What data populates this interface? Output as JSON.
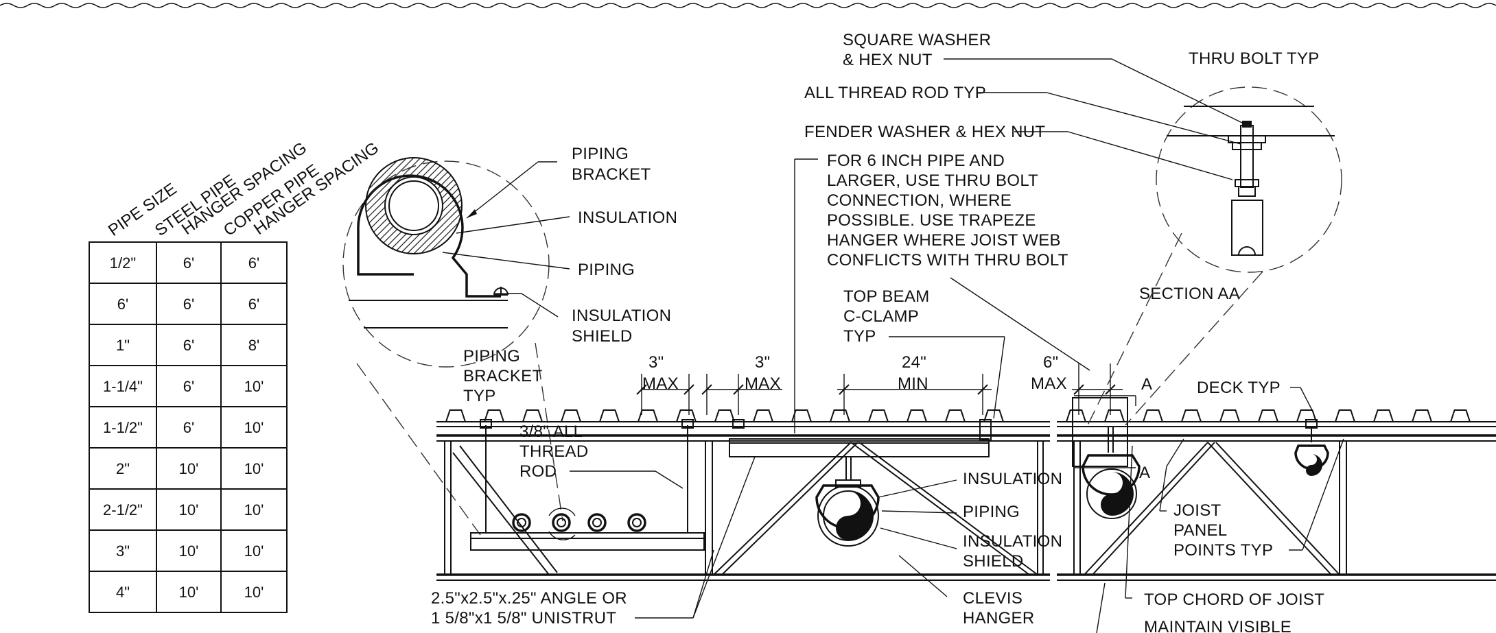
{
  "table": {
    "headers": [
      "PIPE SIZE",
      "STEEL PIPE",
      "HANGER SPACING",
      "COPPER PIPE",
      "HANGER SPACING"
    ],
    "rows": [
      [
        "1/2\"",
        "6'",
        "6'"
      ],
      [
        "6'",
        "6'",
        "6'"
      ],
      [
        "1\"",
        "6'",
        "8'"
      ],
      [
        "1-1/4\"",
        "6'",
        "10'"
      ],
      [
        "1-1/2\"",
        "6'",
        "10'"
      ],
      [
        "2\"",
        "10'",
        "10'"
      ],
      [
        "2-1/2\"",
        "10'",
        "10'"
      ],
      [
        "3\"",
        "10'",
        "10'"
      ],
      [
        "4\"",
        "10'",
        "10'"
      ]
    ]
  },
  "detail": {
    "piping_bracket_l1": "PIPING",
    "piping_bracket_l2": "BRACKET",
    "insulation": "INSULATION",
    "piping": "PIPING",
    "insulation_shield_l1": "INSULATION",
    "insulation_shield_l2": "SHIELD"
  },
  "elevation": {
    "piping_bracket_typ": [
      "PIPING",
      "BRACKET",
      "TYP"
    ],
    "all_thread_rod": [
      "3/8\" ALL",
      "THREAD",
      "ROD"
    ],
    "dim_3_max_a": [
      "3\"",
      "MAX"
    ],
    "dim_3_max_b": [
      "3\"",
      "MAX"
    ],
    "dim_24_min": [
      "24\"",
      "MIN"
    ],
    "dim_6_max": [
      "6\"",
      "MAX"
    ],
    "top_beam": [
      "TOP BEAM",
      "C-CLAMP",
      "TYP"
    ],
    "note_thru_bolt": [
      "FOR 6 INCH PIPE AND",
      "LARGER, USE THRU BOLT",
      "CONNECTION, WHERE",
      "POSSIBLE.  USE TRAPEZE",
      "HANGER WHERE JOIST WEB",
      "CONFLICTS WITH THRU BOLT"
    ],
    "square_washer": [
      "SQUARE WASHER",
      "& HEX NUT"
    ],
    "all_thread_rod_typ": "ALL THREAD ROD TYP",
    "fender_washer": "FENDER WASHER & HEX NUT",
    "thru_bolt_typ": "THRU BOLT TYP",
    "section_aa": "SECTION AA",
    "insulation": "INSULATION",
    "piping": "PIPING",
    "insulation_shield": [
      "INSULATION",
      "SHIELD"
    ],
    "clevis_hanger": [
      "CLEVIS",
      "HANGER"
    ],
    "angle_unistrut": [
      "2.5\"x2.5\"x.25\" ANGLE OR",
      "1 5/8\"x1 5/8\" UNISTRUT"
    ],
    "deck_typ": "DECK TYP",
    "section_mark_a1": "A",
    "section_mark_a2": "A",
    "joist_panel": [
      "JOIST",
      "PANEL",
      "POINTS TYP"
    ],
    "top_chord": "TOP CHORD OF JOIST",
    "maintain_visible": "MAINTAIN VISIBLE"
  }
}
